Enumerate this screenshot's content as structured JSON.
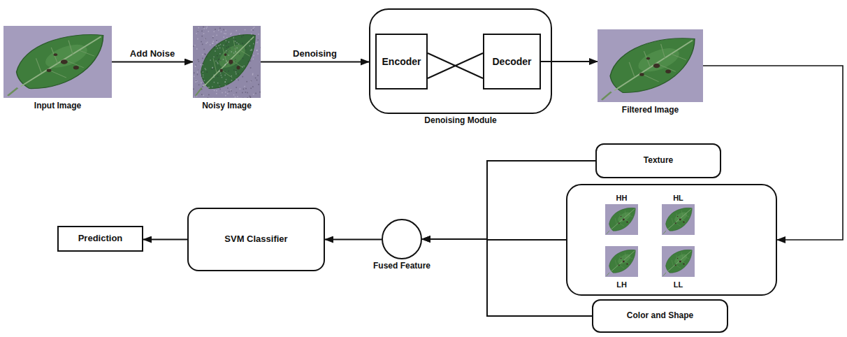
{
  "diagram": {
    "nodes": [
      {
        "text": [
          "Input Image"
        ]
      },
      {
        "text": [
          "Noisy Image"
        ]
      },
      {
        "text": [
          "Denoising Module"
        ]
      },
      {
        "text": [
          "Encoder"
        ],
        "in": 2
      },
      {
        "text": [
          "Decoder"
        ],
        "in": 2
      },
      {
        "text": [
          "Filtered Image"
        ]
      },
      {
        "text": [
          "Texture"
        ]
      },
      {
        "text": []
      },
      {
        "text": [
          "HH"
        ],
        "in": 7
      },
      {
        "text": [
          "HL"
        ],
        "in": 7
      },
      {
        "text": [
          "LH"
        ],
        "in": 7
      },
      {
        "text": [
          "LL"
        ],
        "in": 7
      },
      {
        "text": [
          "Color and Shape"
        ]
      },
      {
        "text": [
          "Fused Feature"
        ]
      },
      {
        "text": [
          "SVM Classifier"
        ]
      },
      {
        "text": [
          "Prediction"
        ]
      }
    ],
    "edges": [
      {
        "from": 0,
        "to": 1,
        "arrow": "to",
        "label": "Add Noise"
      },
      {
        "from": 1,
        "to": 2,
        "arrow": "to",
        "label": "Denoising"
      },
      {
        "from": 3,
        "to": 4,
        "arrow": "none"
      },
      {
        "from": 3,
        "to": 4,
        "arrow": "none"
      },
      {
        "from": 4,
        "to": 5,
        "arrow": "to"
      },
      {
        "from": 5,
        "to": 7,
        "arrow": "to"
      },
      {
        "from": 6,
        "to": 13,
        "arrow": "to"
      },
      {
        "from": 7,
        "to": 13,
        "arrow": "to"
      },
      {
        "from": 12,
        "to": 13,
        "arrow": "to"
      },
      {
        "from": 13,
        "to": 14,
        "arrow": "to"
      },
      {
        "from": 14,
        "to": 15,
        "arrow": "to"
      }
    ]
  }
}
